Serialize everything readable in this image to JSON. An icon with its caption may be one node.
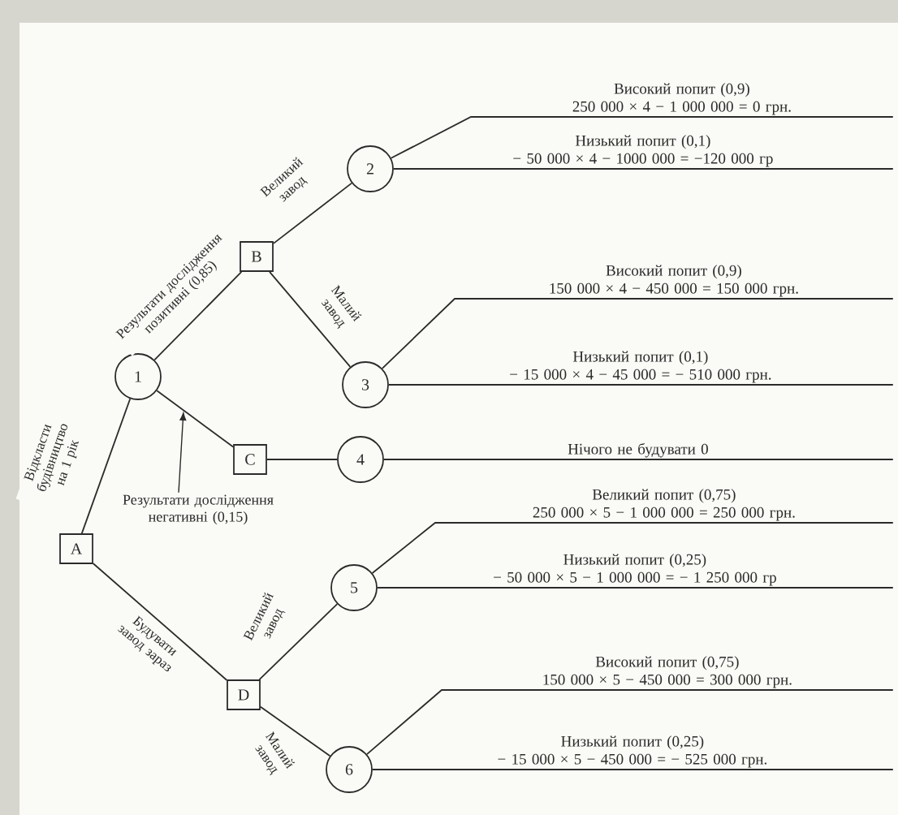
{
  "diagram": {
    "nodes": [
      {
        "text": [
          "A"
        ]
      },
      {
        "text": [
          "1"
        ]
      },
      {
        "text": [
          "B"
        ]
      },
      {
        "text": [
          "2"
        ]
      },
      {
        "text": [
          "3"
        ]
      },
      {
        "text": [
          "C"
        ]
      },
      {
        "text": [
          "4"
        ]
      },
      {
        "text": [
          "D"
        ]
      },
      {
        "text": [
          "5"
        ]
      },
      {
        "text": [
          "6"
        ]
      },
      {
        "text": [
          "Високий попит (0,9)",
          "250 000 × 4 − 1 000 000 = 0 грн."
        ]
      },
      {
        "text": [
          "Низький попит (0,1)",
          "− 50 000 × 4 − 1000 000 = −120 000 гр"
        ]
      },
      {
        "text": [
          "Високий попит (0,9)",
          "150 000 × 4 − 450 000 = 150 000 грн."
        ]
      },
      {
        "text": [
          "Низький попит (0,1)",
          "− 15 000 × 4 − 45 000 = − 510 000 грн."
        ]
      },
      {
        "text": [
          "Нічого не будувати 0"
        ]
      },
      {
        "text": [
          "Великий попит (0,75)",
          "250 000 × 5 − 1 000 000 = 250 000 грн."
        ]
      },
      {
        "text": [
          "Низький попит (0,25)",
          "− 50 000 × 5 − 1 000 000 = − 1 250 000 гр"
        ]
      },
      {
        "text": [
          "Високий попит (0,75)",
          "150 000 × 5 − 450 000 = 300 000 грн."
        ]
      },
      {
        "text": [
          "Низький попит (0,25)",
          "− 15 000 × 5 − 450 000 = − 525 000 грн."
        ]
      },
      {
        "text": [
          "Результати дослідження негативні (0,15)"
        ]
      }
    ],
    "edges": [
      {
        "from": 0,
        "to": 1,
        "arrow": "none",
        "label": "Відкласти будівництво на 1 рік"
      },
      {
        "from": 0,
        "to": 7,
        "arrow": "none",
        "label": "Будувати завод зараз"
      },
      {
        "from": 1,
        "to": 2,
        "arrow": "none",
        "label": "Результати дослідження позитивні (0,85)"
      },
      {
        "from": 1,
        "to": 5,
        "arrow": "none"
      },
      {
        "from": 2,
        "to": 3,
        "arrow": "none",
        "label": "Великий завод"
      },
      {
        "from": 2,
        "to": 4,
        "arrow": "none",
        "label": "Малий завод"
      },
      {
        "from": 5,
        "to": 6,
        "arrow": "none"
      },
      {
        "from": 7,
        "to": 8,
        "arrow": "none",
        "label": "Великий завод"
      },
      {
        "from": 7,
        "to": 9,
        "arrow": "none",
        "label": "Малий завод"
      },
      {
        "from": 3,
        "to": 10,
        "arrow": "none"
      },
      {
        "from": 3,
        "to": 11,
        "arrow": "none"
      },
      {
        "from": 4,
        "to": 12,
        "arrow": "none"
      },
      {
        "from": 4,
        "to": 13,
        "arrow": "none"
      },
      {
        "from": 6,
        "to": 14,
        "arrow": "none"
      },
      {
        "from": 8,
        "to": 15,
        "arrow": "none"
      },
      {
        "from": 8,
        "to": 16,
        "arrow": "none"
      },
      {
        "from": 9,
        "to": 17,
        "arrow": "none"
      },
      {
        "from": 9,
        "to": 18,
        "arrow": "none"
      },
      {
        "from": 19,
        "to": null,
        "arrow": "to"
      }
    ]
  }
}
